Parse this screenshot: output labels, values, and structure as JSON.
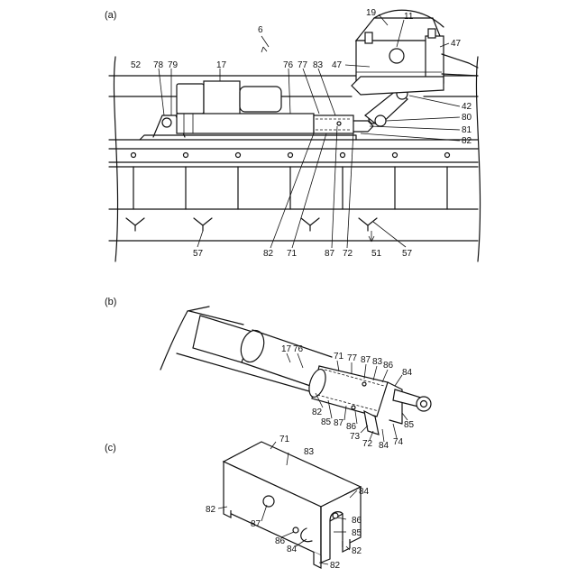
{
  "panels": {
    "a": {
      "label": "(a)",
      "refs": [
        "6",
        "19",
        "11",
        "47",
        "47",
        "52",
        "78",
        "79",
        "17",
        "76",
        "77",
        "83",
        "42",
        "80",
        "81",
        "82",
        "82",
        "71",
        "87",
        "72",
        "51",
        "57",
        "57"
      ]
    },
    "b": {
      "label": "(b)",
      "refs": [
        "17",
        "76",
        "71",
        "77",
        "87",
        "83",
        "86",
        "84",
        "82",
        "85",
        "87",
        "86",
        "85",
        "73",
        "72",
        "84",
        "74"
      ]
    },
    "c": {
      "label": "(c)",
      "refs": [
        "71",
        "83",
        "84",
        "82",
        "87",
        "86",
        "86",
        "85",
        "84",
        "82",
        "82"
      ]
    }
  }
}
